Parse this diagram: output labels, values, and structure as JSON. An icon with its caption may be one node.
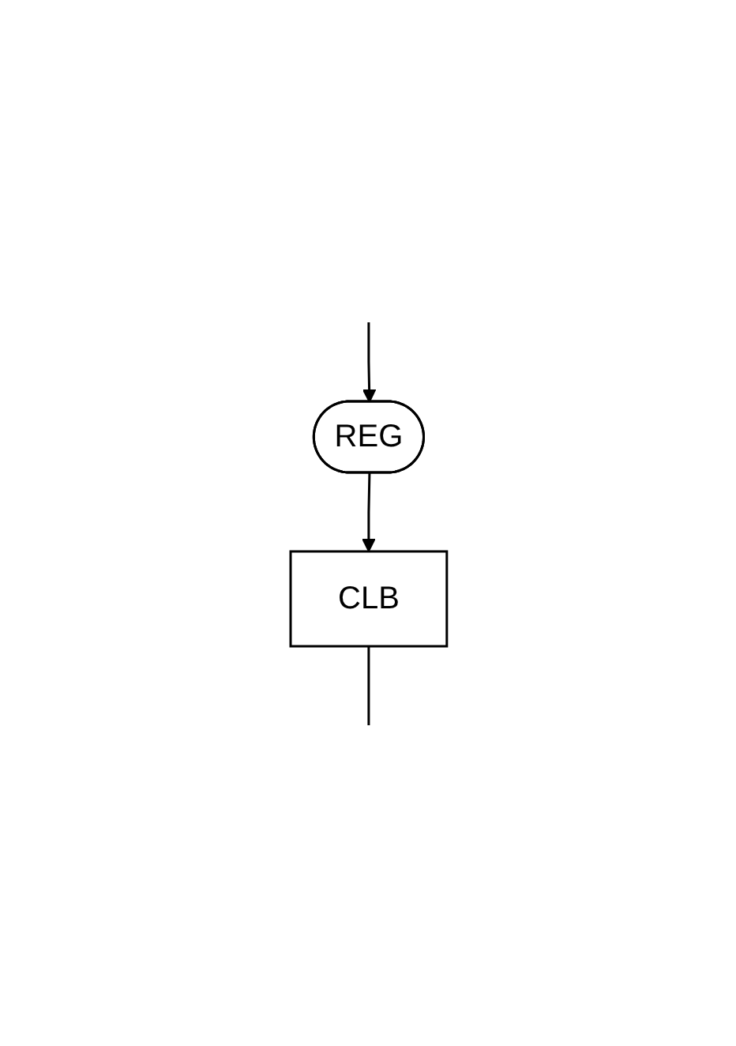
{
  "diagram": {
    "nodes": [
      {
        "text": [
          "REG"
        ]
      },
      {
        "text": [
          "CLB"
        ]
      }
    ],
    "edges": [
      {
        "from": null,
        "to": 0,
        "arrow": "to"
      },
      {
        "from": 0,
        "to": 1,
        "arrow": "to"
      },
      {
        "from": 1,
        "to": null,
        "arrow": "none"
      }
    ]
  }
}
